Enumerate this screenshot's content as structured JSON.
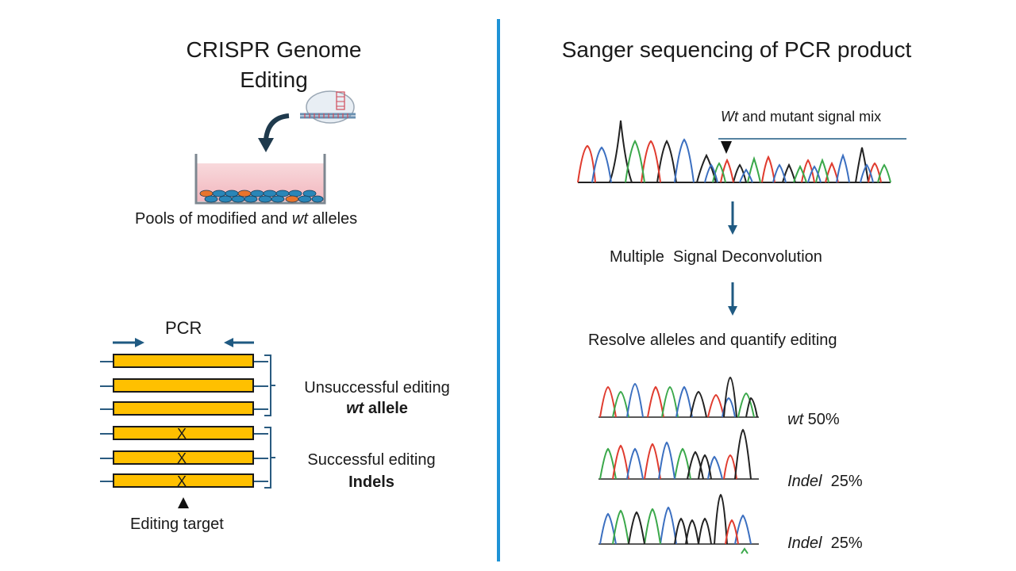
{
  "left": {
    "title_line1": "CRISPR Genome",
    "title_line2": "Editing",
    "pool_caption_pre": "Pools of modified and ",
    "pool_caption_wt": "wt",
    "pool_caption_post": " alleles",
    "pcr_label": "PCR",
    "x_mark": "X",
    "groups": [
      {
        "line1": "Unsuccessful editing",
        "line2_italic": "wt",
        "line2_rest": " allele"
      },
      {
        "line1": "Successful editing",
        "line2_italic": "",
        "line2_rest": "Indels"
      }
    ],
    "target_label": "Editing target"
  },
  "right": {
    "title": "Sanger sequencing of PCR product",
    "mix_label_italic": "Wt",
    "mix_label_rest": " and mutant signal mix",
    "step1": "Multiple  Signal Deconvolution",
    "step2": "Resolve alleles and quantify editing",
    "results": [
      {
        "name": "wt",
        "pct": " 50%"
      },
      {
        "name": "Indel",
        "pct": "  25%"
      },
      {
        "name": "Indel",
        "pct": "  25%"
      }
    ]
  },
  "colors": {
    "divider": "#1e93d6",
    "arrow": "#1f5a82",
    "strand_fill": "#ffc000",
    "dish_medium": "#f5c6cc",
    "cell_orange": "#e8742c",
    "cell_blue": "#2a86b8",
    "trace_red": "#e03b2e",
    "trace_green": "#3aa84a",
    "trace_blue": "#3b6fc0",
    "trace_black": "#222222"
  }
}
